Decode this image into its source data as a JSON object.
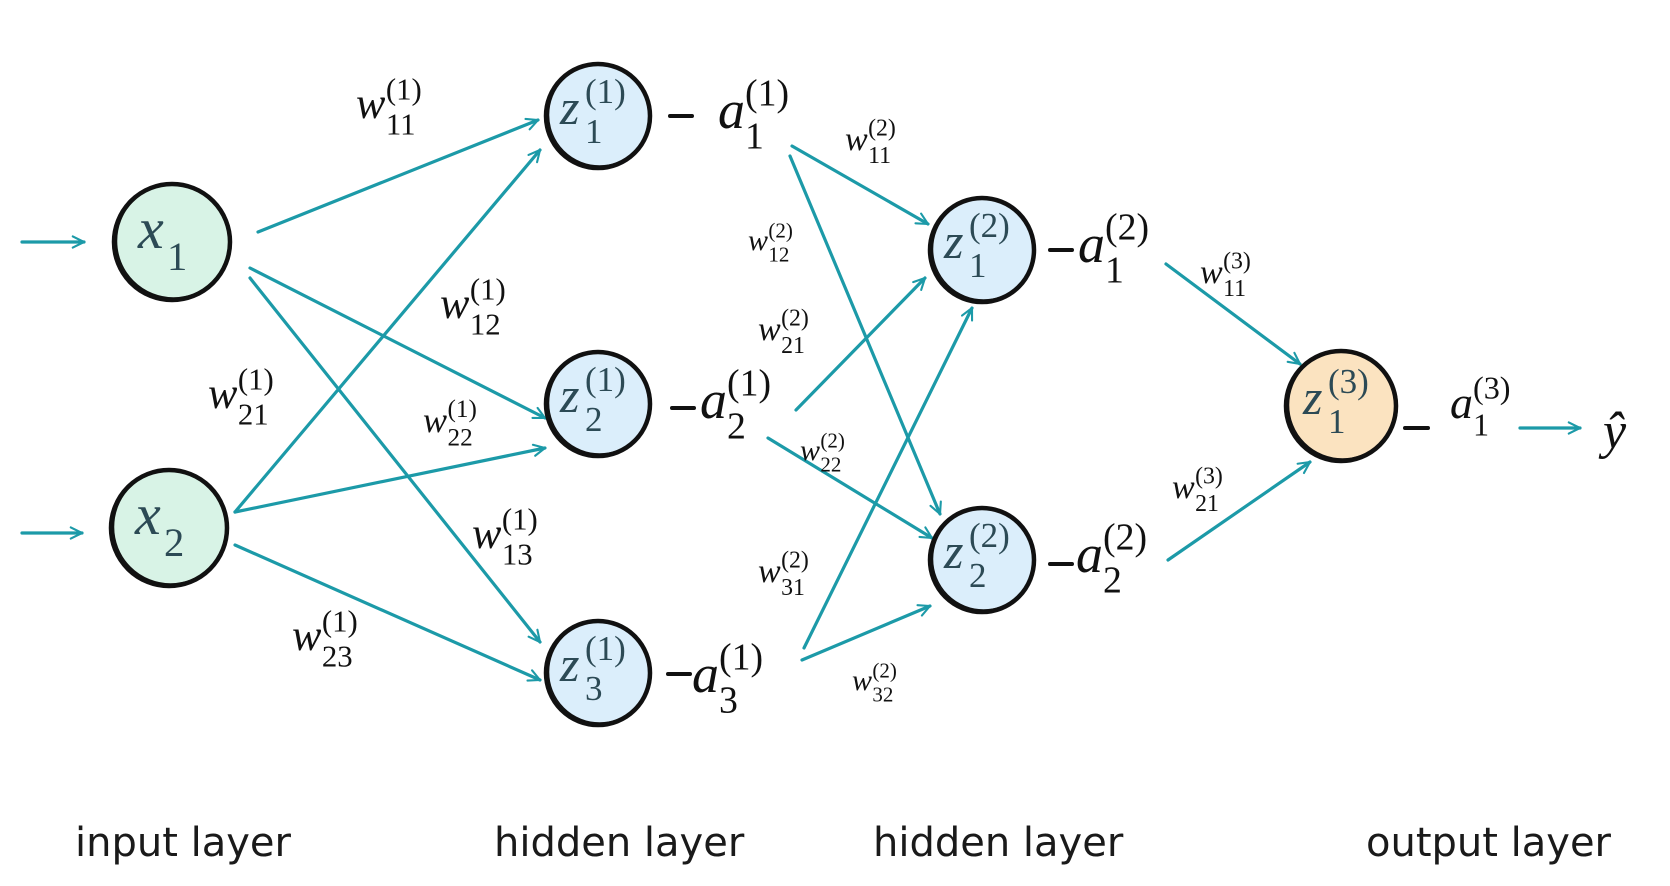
{
  "title": "Feedforward neural network diagram",
  "colors": {
    "edge": "#1c9aa8",
    "input_fill": "#d8f3e6",
    "hidden_fill": "#dbeefb",
    "output_fill": "#fbe3c0",
    "stroke": "#111111"
  },
  "layers": [
    {
      "id": "input",
      "label": "input layer"
    },
    {
      "id": "hidden1",
      "label": "hidden layer"
    },
    {
      "id": "hidden2",
      "label": "hidden layer"
    },
    {
      "id": "output",
      "label": "output layer"
    }
  ],
  "nodes": [
    {
      "id": "x1",
      "layer": "input",
      "base": "x",
      "sub": "1",
      "sup": "",
      "fill": "input_fill"
    },
    {
      "id": "x2",
      "layer": "input",
      "base": "x",
      "sub": "2",
      "sup": "",
      "fill": "input_fill"
    },
    {
      "id": "z1_1",
      "layer": "hidden1",
      "base": "z",
      "sub": "1",
      "sup": "(1)",
      "fill": "hidden_fill"
    },
    {
      "id": "z2_1",
      "layer": "hidden1",
      "base": "z",
      "sub": "2",
      "sup": "(1)",
      "fill": "hidden_fill"
    },
    {
      "id": "z3_1",
      "layer": "hidden1",
      "base": "z",
      "sub": "3",
      "sup": "(1)",
      "fill": "hidden_fill"
    },
    {
      "id": "z1_2",
      "layer": "hidden2",
      "base": "z",
      "sub": "1",
      "sup": "(2)",
      "fill": "hidden_fill"
    },
    {
      "id": "z2_2",
      "layer": "hidden2",
      "base": "z",
      "sub": "2",
      "sup": "(2)",
      "fill": "hidden_fill"
    },
    {
      "id": "z1_3",
      "layer": "output",
      "base": "z",
      "sub": "1",
      "sup": "(3)",
      "fill": "output_fill"
    }
  ],
  "activations": [
    {
      "id": "a1_1",
      "node": "z1_1",
      "base": "a",
      "sub": "1",
      "sup": "(1)"
    },
    {
      "id": "a2_1",
      "node": "z2_1",
      "base": "a",
      "sub": "2",
      "sup": "(1)"
    },
    {
      "id": "a3_1",
      "node": "z3_1",
      "base": "a",
      "sub": "3",
      "sup": "(1)"
    },
    {
      "id": "a1_2",
      "node": "z1_2",
      "base": "a",
      "sub": "1",
      "sup": "(2)"
    },
    {
      "id": "a2_2",
      "node": "z2_2",
      "base": "a",
      "sub": "2",
      "sup": "(2)"
    },
    {
      "id": "a1_3",
      "node": "z1_3",
      "base": "a",
      "sub": "1",
      "sup": "(3)"
    }
  ],
  "output_symbol": "ŷ",
  "weights": [
    {
      "from": "x1",
      "to": "z1_1",
      "base": "w",
      "sub": "11",
      "sup": "(1)"
    },
    {
      "from": "x1",
      "to": "z2_1",
      "base": "w",
      "sub": "12",
      "sup": "(1)"
    },
    {
      "from": "x1",
      "to": "z3_1",
      "base": "w",
      "sub": "13",
      "sup": "(1)"
    },
    {
      "from": "x2",
      "to": "z1_1",
      "base": "w",
      "sub": "21",
      "sup": "(1)"
    },
    {
      "from": "x2",
      "to": "z2_1",
      "base": "w",
      "sub": "22",
      "sup": "(1)"
    },
    {
      "from": "x2",
      "to": "z3_1",
      "base": "w",
      "sub": "23",
      "sup": "(1)"
    },
    {
      "from": "a1_1",
      "to": "z1_2",
      "base": "w",
      "sub": "11",
      "sup": "(2)"
    },
    {
      "from": "a1_1",
      "to": "z2_2",
      "base": "w",
      "sub": "12",
      "sup": "(2)"
    },
    {
      "from": "a2_1",
      "to": "z1_2",
      "base": "w",
      "sub": "21",
      "sup": "(2)"
    },
    {
      "from": "a2_1",
      "to": "z2_2",
      "base": "w",
      "sub": "22",
      "sup": "(2)"
    },
    {
      "from": "a3_1",
      "to": "z1_2",
      "base": "w",
      "sub": "31",
      "sup": "(2)"
    },
    {
      "from": "a3_1",
      "to": "z2_2",
      "base": "w",
      "sub": "32",
      "sup": "(2)"
    },
    {
      "from": "a1_2",
      "to": "z1_3",
      "base": "w",
      "sub": "11",
      "sup": "(3)"
    },
    {
      "from": "a2_2",
      "to": "z1_3",
      "base": "w",
      "sub": "21",
      "sup": "(3)"
    }
  ]
}
